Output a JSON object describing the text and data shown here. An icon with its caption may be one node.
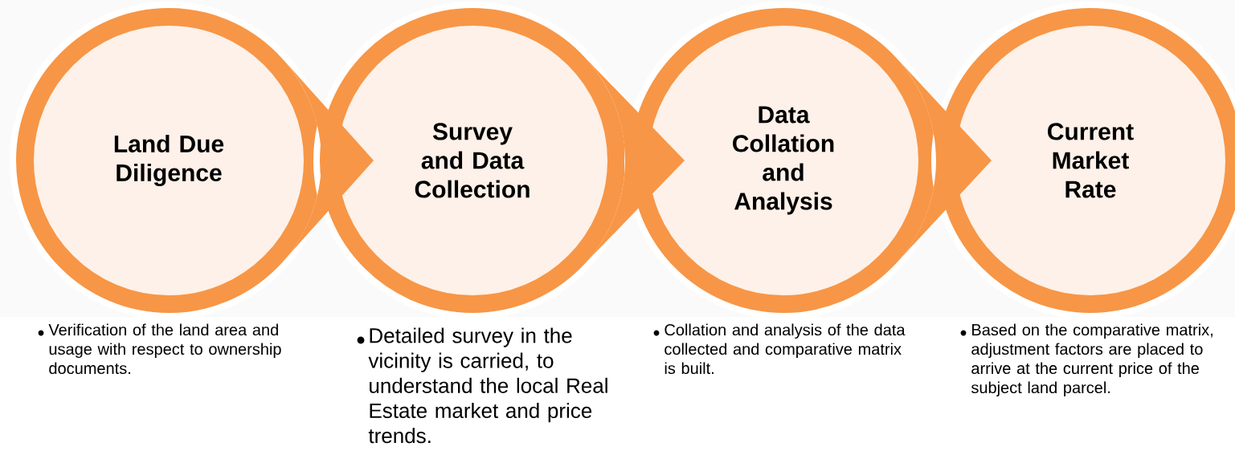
{
  "diagram": {
    "nodes": [
      {
        "text": [
          "Land Due Diligence"
        ],
        "beside": [
          "Verification of the land area and usage with respect to ownership documents."
        ]
      },
      {
        "text": [
          "Survey and Data Collection"
        ],
        "beside": [
          "Detailed survey in the vicinity is carried, to understand the local Real Estate market and price trends."
        ]
      },
      {
        "text": [
          "Data Collation and Analysis"
        ],
        "beside": [
          "Collation and analysis of the data collected and comparative matrix is built."
        ]
      },
      {
        "text": [
          "Current Market Rate"
        ],
        "beside": [
          "Based on the comparative matrix, adjustment factors are placed to arrive at the current price of the subject land parcel."
        ]
      }
    ],
    "edges": [
      {
        "from": 0,
        "to": 1,
        "arrow": "to"
      },
      {
        "from": 1,
        "to": 2,
        "arrow": "to"
      },
      {
        "from": 2,
        "to": 3,
        "arrow": "to"
      },
      {
        "from": 3,
        "to": null,
        "arrow": "to"
      }
    ]
  }
}
